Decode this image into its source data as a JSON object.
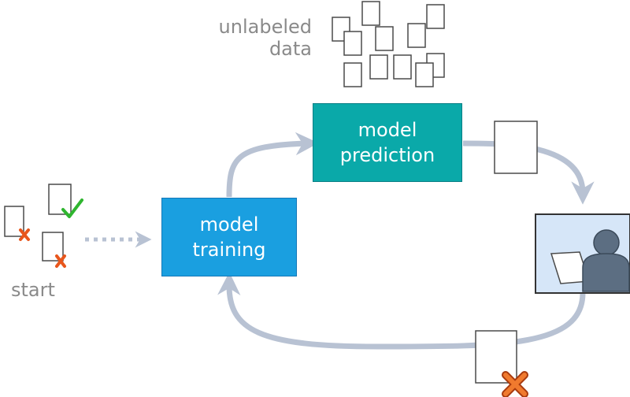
{
  "labels": {
    "unlabeled_line1": "unlabeled",
    "unlabeled_line2": "data",
    "start": "start"
  },
  "nodes": {
    "training": {
      "line1": "model",
      "line2": "training"
    },
    "prediction": {
      "line1": "model",
      "line2": "prediction"
    }
  },
  "icons": {
    "check": "checkmark-icon",
    "cross": "x-mark-icon",
    "person": "person-icon",
    "document": "document-icon"
  },
  "colors": {
    "training_fill": "#1a9fe0",
    "training_border": "#1478b8",
    "prediction_fill": "#0aa9a9",
    "prediction_border": "#0a7f85",
    "arrow": "#b8c2d3",
    "cross": "#e8561c",
    "check": "#2fb52f",
    "annotator_bg": "#d6e6f8",
    "person": "#5c6e82"
  }
}
